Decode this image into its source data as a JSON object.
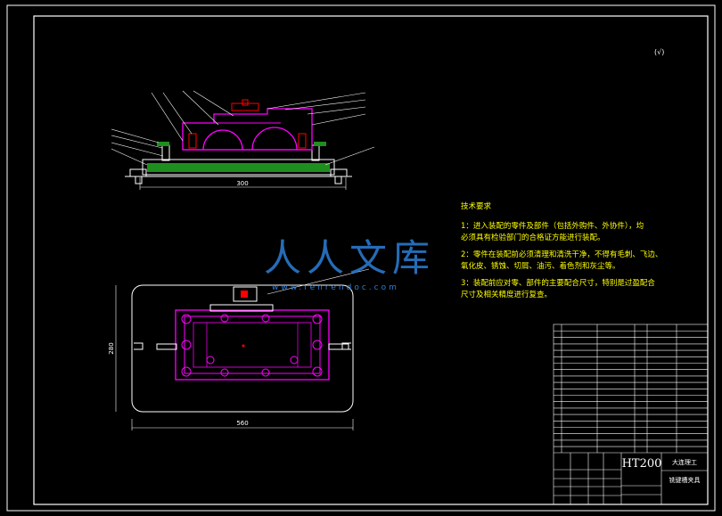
{
  "corner_mark": "(√)",
  "dimensions": {
    "front_width": "300",
    "plan_width": "560",
    "plan_height": "280"
  },
  "tech_requirements": {
    "title": "技术要求",
    "items": [
      "1：进入装配的零件及部件（包括外购件、外协件），均",
      "必须具有检验部门的合格证方能进行装配。",
      "2：零件在装配前必须清理和清洗干净，不得有毛刺、飞边、",
      "氧化皮、锈蚀、切屑、油污、着色剂和灰尘等。",
      "3：装配前应对零、部件的主要配合尺寸，特别是过盈配合",
      "尺寸及相关精度进行复查。"
    ]
  },
  "watermark": {
    "brand": "人人文库",
    "url": "www.renrendoc.com"
  },
  "title_block": {
    "material": "HT200",
    "company": "大连理工",
    "drawing_name": "铣键槽夹具"
  },
  "colors": {
    "background": "#000000",
    "border": "#ffffff",
    "part": "#ff00ff",
    "detail": "#ff0000",
    "text": "#ffff00",
    "fill": "#1e8f1e",
    "watermark": "#2c7fd8"
  }
}
